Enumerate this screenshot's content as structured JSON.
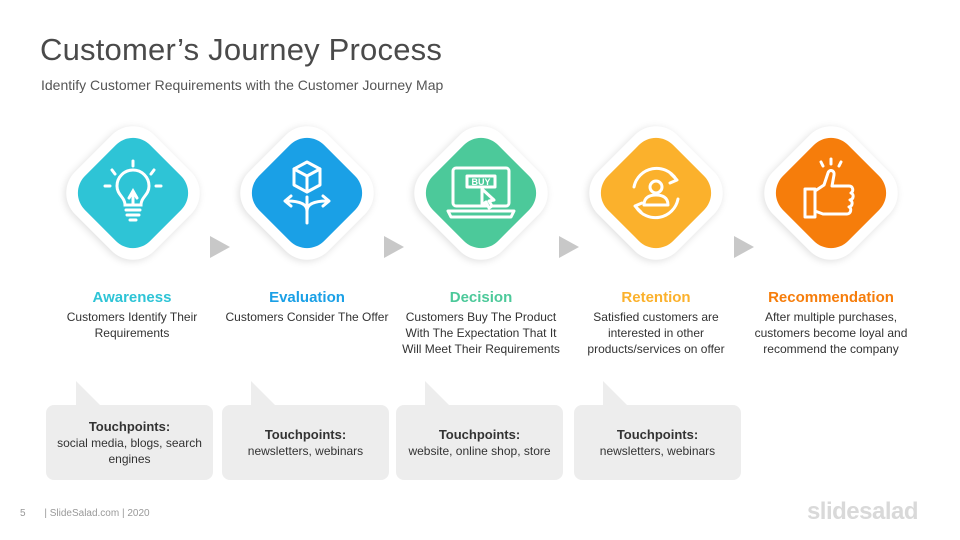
{
  "title": "Customer’s Journey Process",
  "subtitle": "Identify Customer Requirements with the Customer Journey Map",
  "stages": [
    {
      "name": "Awareness",
      "description": "Customers Identify Their Requirements",
      "color": "#2ec4d6",
      "icon": "lightbulb-icon"
    },
    {
      "name": "Evaluation",
      "description": "Customers Consider The Offer",
      "color": "#1aa0e6",
      "icon": "box-decision-icon"
    },
    {
      "name": "Decision",
      "description": "Customers Buy The Product With The Expectation That It Will Meet Their Requirements",
      "color": "#4cc99a",
      "icon": "buy-button-icon",
      "button_text": "BUY"
    },
    {
      "name": "Retention",
      "description": "Satisfied customers are interested in other products/services on offer",
      "color": "#fbb12c",
      "icon": "user-cycle-icon"
    },
    {
      "name": "Recommendation",
      "description": "After multiple purchases, customers become loyal and recommend the company",
      "color": "#f67d0b",
      "icon": "thumbs-up-icon"
    }
  ],
  "touchpoints": [
    {
      "title": "Touchpoints:",
      "text": "social media, blogs, search engines"
    },
    {
      "title": "Touchpoints:",
      "text": "newsletters, webinars"
    },
    {
      "title": "Touchpoints:",
      "text": "website, online shop, store"
    },
    {
      "title": "Touchpoints:",
      "text": "newsletters, webinars"
    }
  ],
  "footer": {
    "page": "5",
    "text": "| SlideSalad.com | 2020"
  },
  "brand": "slidesalad"
}
